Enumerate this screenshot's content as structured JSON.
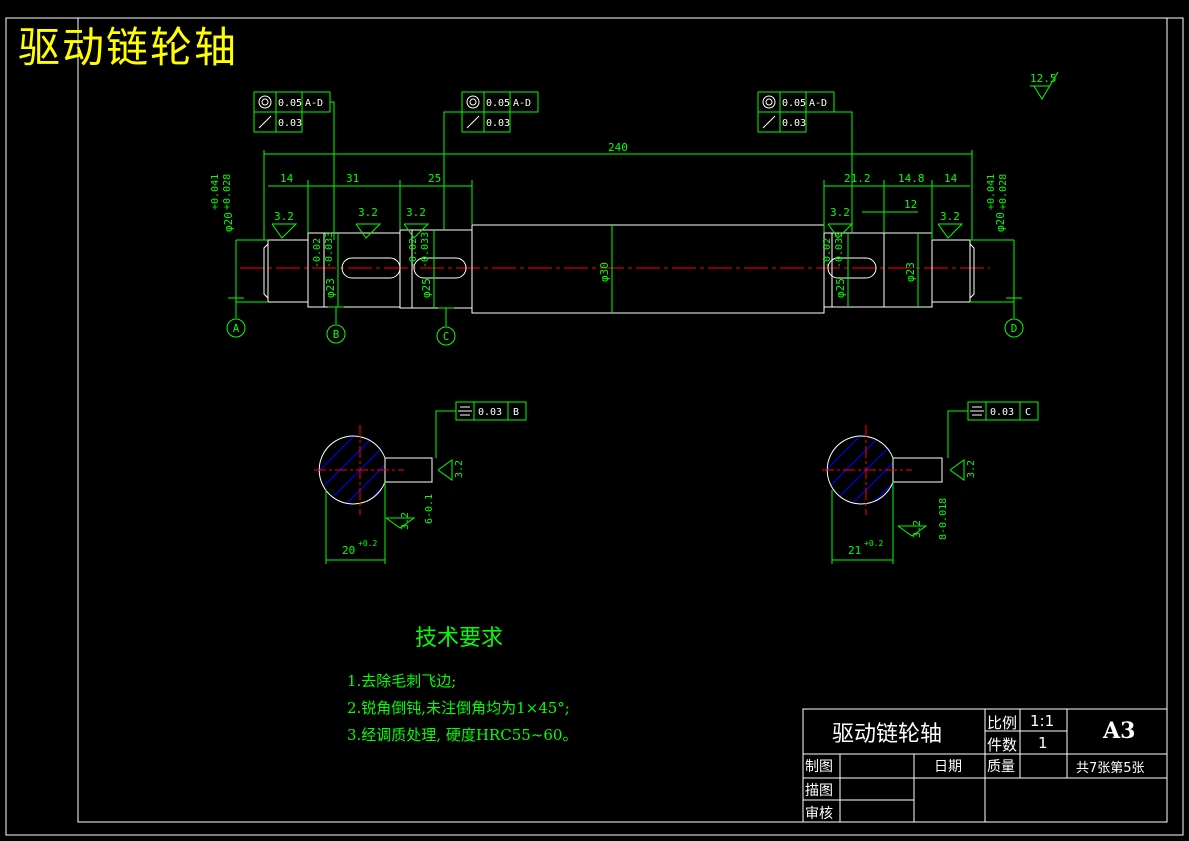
{
  "drawing": {
    "title": "驱动链轮轴",
    "roughness_general": "12.5",
    "datums": [
      "A",
      "B",
      "C",
      "D"
    ],
    "tolerance_frames": {
      "runout_value": "0.05",
      "runout_datum": "A-D",
      "circular_value": "0.03",
      "sym_b_value": "0.03",
      "sym_b_datum": "B",
      "sym_c_value": "0.03",
      "sym_c_datum": "C"
    },
    "dimensions": {
      "total_length": "240",
      "len_14_left": "14",
      "len_31": "31",
      "len_25": "25",
      "len_212": "21.2",
      "len_148": "14.8",
      "len_14_right": "14",
      "len_12": "12",
      "dia_left": "φ20",
      "dia_left_tol_upper": "+0.041",
      "dia_left_tol_lower": "+0.028",
      "dia_right": "φ20",
      "dia_23": "φ23",
      "dia_25": "φ25",
      "dia_30": "φ30",
      "dia_23_right": "φ23",
      "tol_002": "-0.02",
      "tol_0033": "-0.033",
      "roughness": "3.2",
      "key_width_b": "20",
      "key_width_b_tol": "+0.2",
      "key_width_c": "21",
      "key_width_c_tol": "+0.2",
      "key_depth_b": "6-0.1",
      "key_depth_c": "8-0.018"
    }
  },
  "tech_requirements": {
    "title": "技术要求",
    "items": [
      "1.去除毛刺飞边;",
      "2.锐角倒钝,未注倒角均为1×45°;",
      "3.经调质处理, 硬度HRC55~60。"
    ]
  },
  "title_block": {
    "part_name": "驱动链轮轴",
    "scale_label": "比例",
    "scale_value": "1:1",
    "count_label": "件数",
    "count_value": "1",
    "sheet_size": "A3",
    "drawn_label": "制图",
    "date_label": "日期",
    "mass_label": "质量",
    "sheets": "共7张第5张",
    "traced_label": "描图",
    "checked_label": "审核"
  },
  "colors": {
    "background": "#000000",
    "outline": "#ffffff",
    "dimension": "#00ff00",
    "centerline": "#ff0000",
    "title": "#ffff00",
    "hatch": "#0000ff"
  }
}
